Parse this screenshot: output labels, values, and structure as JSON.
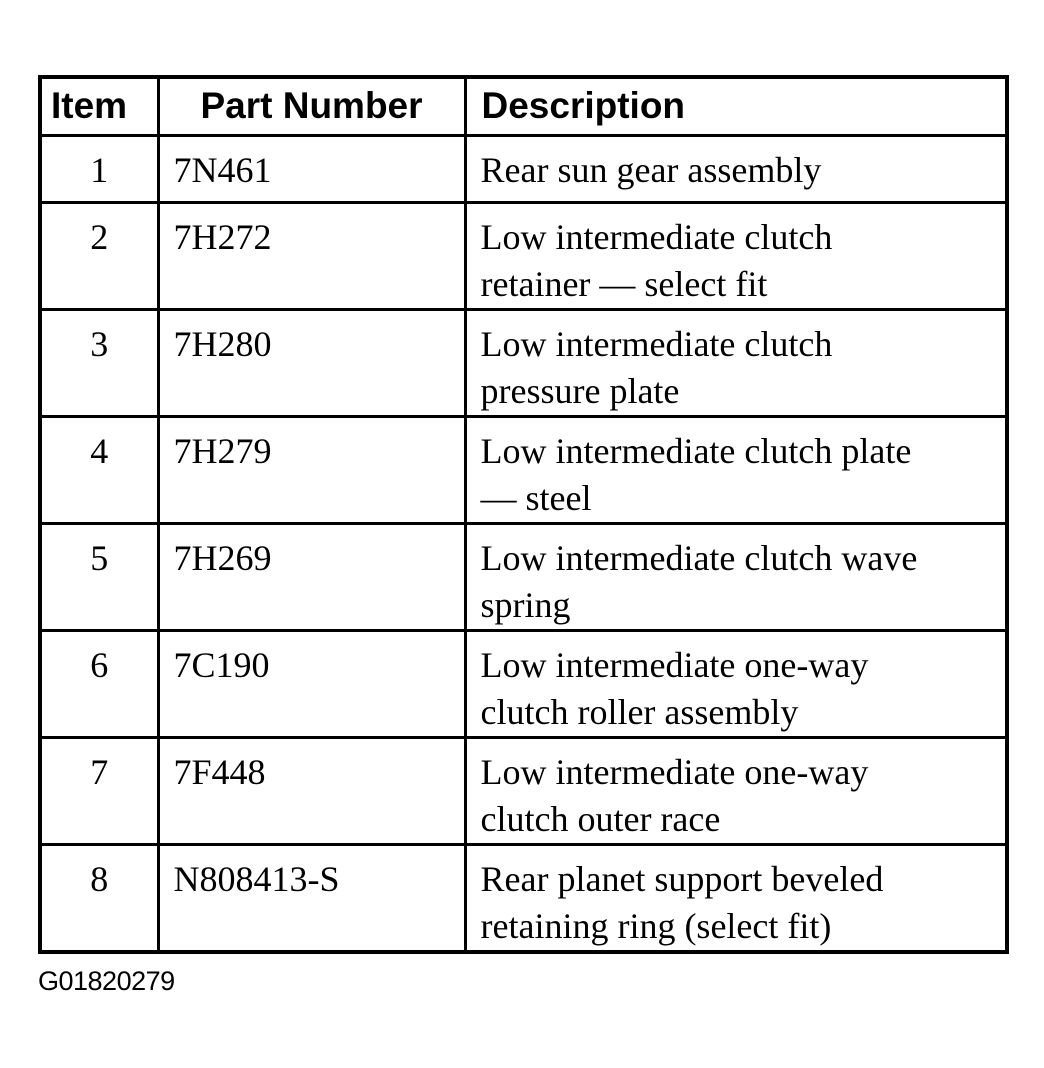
{
  "page": {
    "background": "#ffffff",
    "ink_color": "#000000",
    "footer_code": "G01820279"
  },
  "table": {
    "columns": [
      {
        "key": "item",
        "label": "Item"
      },
      {
        "key": "part_number",
        "label": "Part Number"
      },
      {
        "key": "description",
        "label": "Description"
      }
    ],
    "rows": [
      {
        "item": "1",
        "part_number": "7N461",
        "description": "Rear sun gear assembly"
      },
      {
        "item": "2",
        "part_number": "7H272",
        "description": "Low intermediate clutch retainer — select fit"
      },
      {
        "item": "3",
        "part_number": "7H280",
        "description": "Low intermediate clutch pressure plate"
      },
      {
        "item": "4",
        "part_number": "7H279",
        "description": "Low intermediate clutch plate — steel"
      },
      {
        "item": "5",
        "part_number": "7H269",
        "description": "Low intermediate clutch wave spring"
      },
      {
        "item": "6",
        "part_number": "7C190",
        "description": "Low intermediate one-way clutch roller assembly"
      },
      {
        "item": "7",
        "part_number": "7F448",
        "description": "Low intermediate one-way clutch outer race"
      },
      {
        "item": "8",
        "part_number": "N808413-S",
        "description": "Rear planet support beveled retaining ring (select fit)"
      }
    ]
  }
}
